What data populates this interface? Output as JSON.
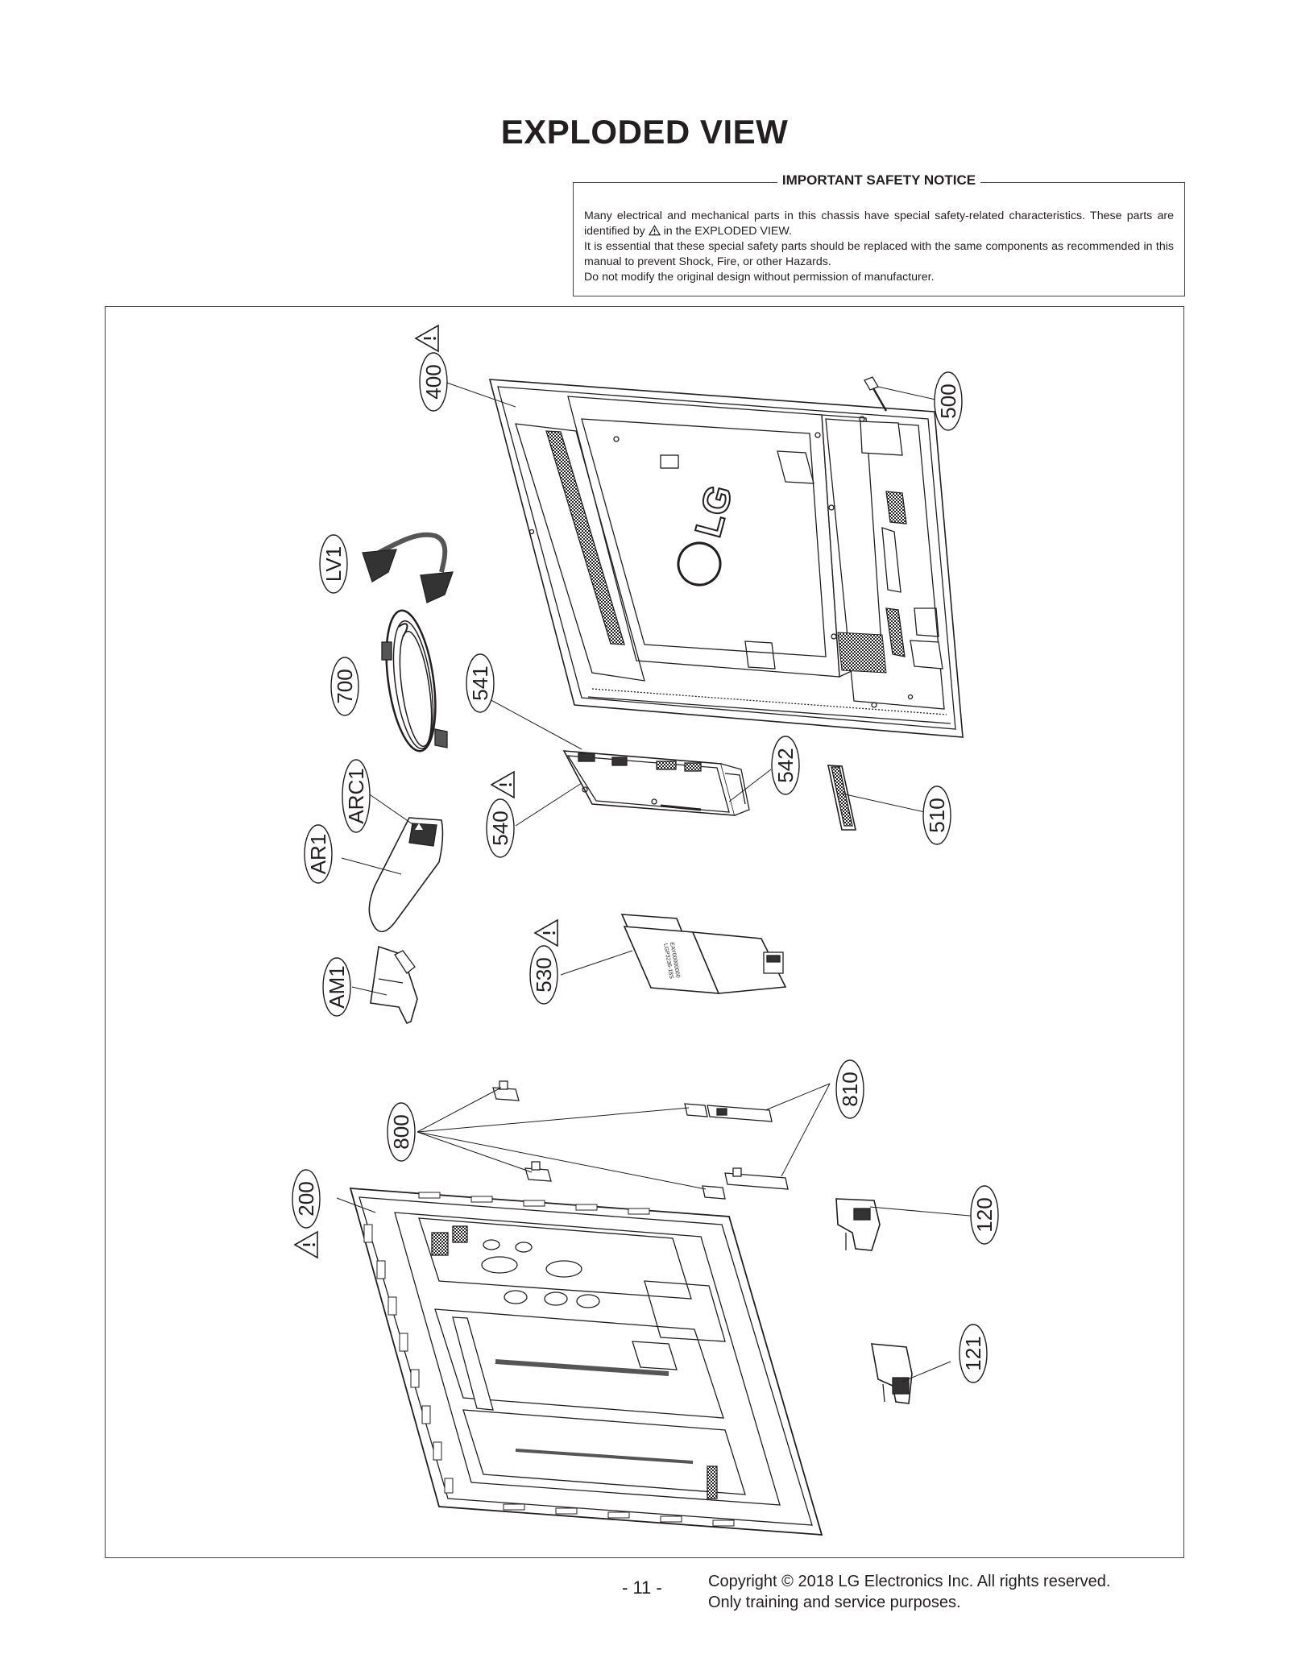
{
  "page": {
    "title": "EXPLODED VIEW",
    "page_number": "- 11 -"
  },
  "safety_notice": {
    "heading": "IMPORTANT SAFETY NOTICE",
    "line1_pre": "Many electrical and mechanical parts in this chassis have special safety-related characteristics. These parts are identified by",
    "line1_post": "in the EXPLODED VIEW.",
    "line2": "It is essential that these special safety parts should be replaced with the same components as recommended in this manual to prevent Shock, Fire, or other Hazards.",
    "line3": "Do not modify the original design without permission of manufacturer."
  },
  "parts": {
    "p400": "400",
    "p500": "500",
    "lv1": "LV1",
    "p700": "700",
    "p541": "541",
    "p542": "542",
    "p510": "510",
    "arc1": "ARC1",
    "ar1": "AR1",
    "p540": "540",
    "am1": "AM1",
    "p530": "530",
    "p800": "800",
    "p810": "810",
    "p200": "200",
    "p120": "120",
    "p121": "121"
  },
  "logo": {
    "brand": "LG"
  },
  "footer": {
    "copyright": "Copyright © 2018 LG Electronics Inc. All rights reserved.",
    "purpose": "Only training and service purposes."
  }
}
